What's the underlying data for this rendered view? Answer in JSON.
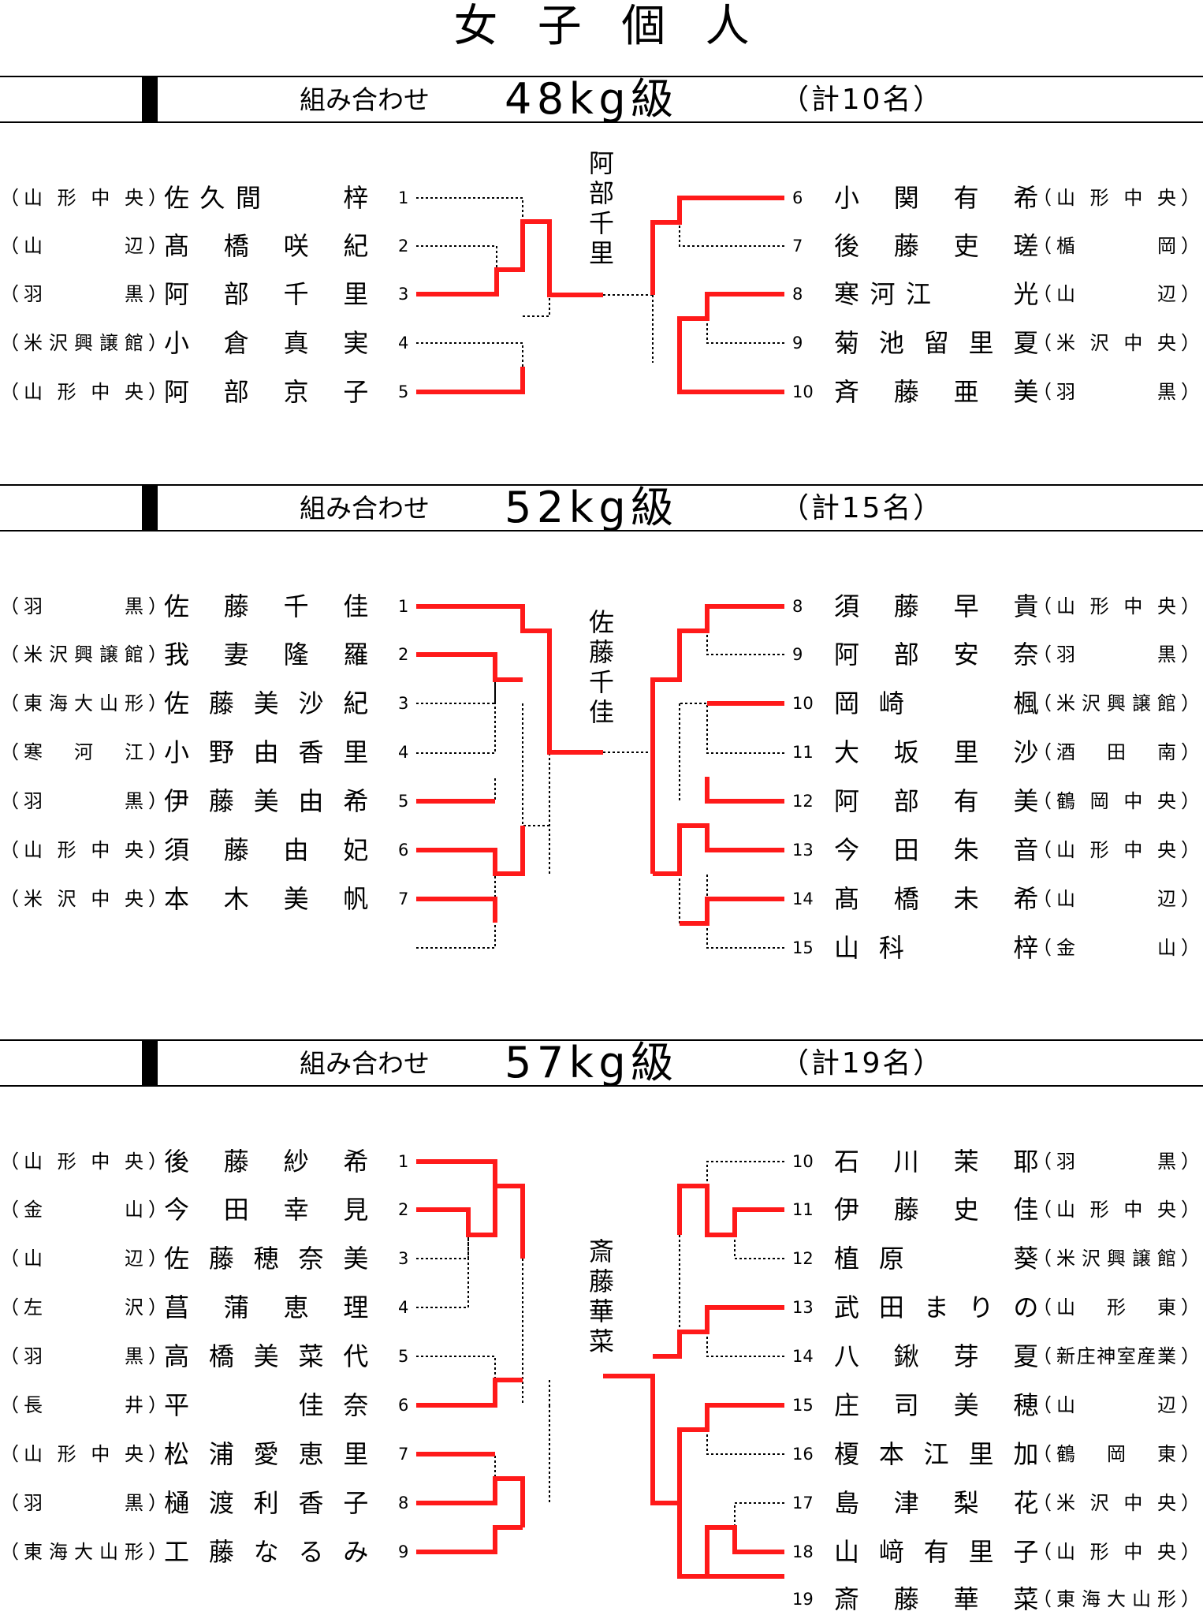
{
  "page_title": "女子個人",
  "brackets": [
    {
      "kumi": "組み合わせ",
      "weight_class": "48kg級",
      "count": "（計10名）",
      "winner": "阿部千里",
      "left": [
        {
          "num": "1",
          "name": "佐久間　　梓",
          "school": "山形中央"
        },
        {
          "num": "2",
          "name": "髙橋咲紀",
          "school": "山　　辺"
        },
        {
          "num": "3",
          "name": "阿部千里",
          "school": "羽　　黒"
        },
        {
          "num": "4",
          "name": "小倉真実",
          "school": "米沢興譲館"
        },
        {
          "num": "5",
          "name": "阿部京子",
          "school": "山形中央"
        }
      ],
      "right": [
        {
          "num": "6",
          "name": "小関有希",
          "school": "山形中央"
        },
        {
          "num": "7",
          "name": "後藤吏瑳",
          "school": "楯　　岡"
        },
        {
          "num": "8",
          "name": "寒河江　　光",
          "school": "山　　辺"
        },
        {
          "num": "9",
          "name": "菊池留里夏",
          "school": "米沢中央"
        },
        {
          "num": "10",
          "name": "斉藤亜美",
          "school": "羽　　黒"
        }
      ]
    },
    {
      "kumi": "組み合わせ",
      "weight_class": "52kg級",
      "count": "（計15名）",
      "winner": "佐藤千佳",
      "left": [
        {
          "num": "1",
          "name": "佐藤千佳",
          "school": "羽　　黒"
        },
        {
          "num": "2",
          "name": "我妻隆羅",
          "school": "米沢興譲館"
        },
        {
          "num": "3",
          "name": "佐藤美沙紀",
          "school": "東海大山形"
        },
        {
          "num": "4",
          "name": "小野由香里",
          "school": "寒河江"
        },
        {
          "num": "5",
          "name": "伊藤美由希",
          "school": "羽　　黒"
        },
        {
          "num": "6",
          "name": "須藤由妃",
          "school": "山形中央"
        },
        {
          "num": "7",
          "name": "本木美帆",
          "school": "米沢中央"
        }
      ],
      "right": [
        {
          "num": "8",
          "name": "須藤早貴",
          "school": "山形中央"
        },
        {
          "num": "9",
          "name": "阿部安奈",
          "school": "羽　　黒"
        },
        {
          "num": "10",
          "name": "岡崎　　楓",
          "school": "米沢興譲館"
        },
        {
          "num": "11",
          "name": "大坂里沙",
          "school": "酒田南"
        },
        {
          "num": "12",
          "name": "阿部有美",
          "school": "鶴岡中央"
        },
        {
          "num": "13",
          "name": "今田朱音",
          "school": "山形中央"
        },
        {
          "num": "14",
          "name": "髙橋未希",
          "school": "山　　辺"
        },
        {
          "num": "15",
          "name": "山科　　梓",
          "school": "金　　山"
        }
      ]
    },
    {
      "kumi": "組み合わせ",
      "weight_class": "57kg級",
      "count": "（計19名）",
      "winner": "斎藤華菜",
      "left": [
        {
          "num": "1",
          "name": "後藤紗希",
          "school": "山形中央"
        },
        {
          "num": "2",
          "name": "今田幸見",
          "school": "金　　山"
        },
        {
          "num": "3",
          "name": "佐藤穂奈美",
          "school": "山　　辺"
        },
        {
          "num": "4",
          "name": "菖蒲恵理",
          "school": "左　　沢"
        },
        {
          "num": "5",
          "name": "高橋美菜代",
          "school": "羽　　黒"
        },
        {
          "num": "6",
          "name": "平　　佳奈",
          "school": "長　　井"
        },
        {
          "num": "7",
          "name": "松浦愛恵里",
          "school": "山形中央"
        },
        {
          "num": "8",
          "name": "樋渡利香子",
          "school": "羽　　黒"
        },
        {
          "num": "9",
          "name": "工藤なるみ",
          "school": "東海大山形"
        }
      ],
      "right": [
        {
          "num": "10",
          "name": "石川茉耶",
          "school": "羽　　黒"
        },
        {
          "num": "11",
          "name": "伊藤史佳",
          "school": "山形中央"
        },
        {
          "num": "12",
          "name": "植原　　葵",
          "school": "米沢興譲館"
        },
        {
          "num": "13",
          "name": "武田まりの",
          "school": "山形東"
        },
        {
          "num": "14",
          "name": "八鍬芽夏",
          "school": "新庄神室産業"
        },
        {
          "num": "15",
          "name": "庄司美穂",
          "school": "山　　辺"
        },
        {
          "num": "16",
          "name": "榎本江里加",
          "school": "鶴岡東"
        },
        {
          "num": "17",
          "name": "島津梨花",
          "school": "米沢中央"
        },
        {
          "num": "18",
          "name": "山﨑有里子",
          "school": "山形中央"
        },
        {
          "num": "19",
          "name": "斎藤華菜",
          "school": "東海大山形"
        }
      ]
    }
  ]
}
